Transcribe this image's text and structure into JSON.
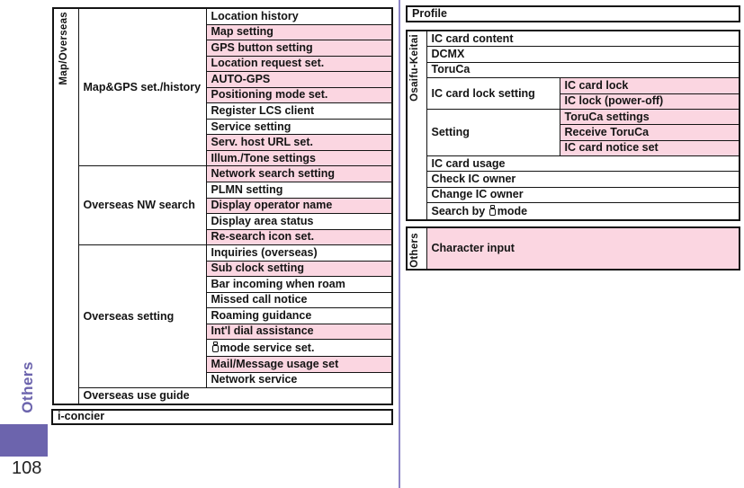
{
  "page": {
    "number": "108",
    "side_tab_label": "Others"
  },
  "colors": {
    "row_highlight_pink": "#fbd6e1",
    "accent_purple": "#6c64ad",
    "column_divider_purple": "#8d86c6"
  },
  "left_column": {
    "main_table": {
      "vertical_header": "Map/Overseas",
      "groups": [
        {
          "label": "Map&GPS set./history",
          "items": [
            {
              "text": "Location history",
              "pink": false
            },
            {
              "text": "Map setting",
              "pink": true
            },
            {
              "text": "GPS button setting",
              "pink": true
            },
            {
              "text": "Location request set.",
              "pink": true
            },
            {
              "text": "AUTO-GPS",
              "pink": true
            },
            {
              "text": "Positioning mode set.",
              "pink": true
            },
            {
              "text": "Register LCS client",
              "pink": false
            },
            {
              "text": "Service setting",
              "pink": false
            },
            {
              "text": "Serv. host URL set.",
              "pink": true
            },
            {
              "text": "Illum./Tone settings",
              "pink": true
            }
          ]
        },
        {
          "label": "Overseas NW search",
          "items": [
            {
              "text": "Network search setting",
              "pink": true
            },
            {
              "text": "PLMN setting",
              "pink": false
            },
            {
              "text": "Display operator name",
              "pink": true
            },
            {
              "text": "Display area status",
              "pink": false
            },
            {
              "text": "Re-search icon set.",
              "pink": true
            }
          ]
        },
        {
          "label": "Overseas setting",
          "items": [
            {
              "text": "Inquiries (overseas)",
              "pink": false
            },
            {
              "text": "Sub clock setting",
              "pink": true
            },
            {
              "text": "Bar incoming when roam",
              "pink": false
            },
            {
              "text": "Missed call notice",
              "pink": false
            },
            {
              "text": "Roaming guidance",
              "pink": false
            },
            {
              "text": "Int'l dial assistance",
              "pink": true
            },
            {
              "icon": "imode-icon",
              "pre": "",
              "post": "mode service set.",
              "pink": false
            },
            {
              "text": "Mail/Message usage set",
              "pink": true
            },
            {
              "text": "Network service",
              "pink": false
            }
          ]
        }
      ],
      "span_rows": [
        {
          "text": "Overseas use guide",
          "pink": false
        }
      ]
    },
    "iconcier_label": "i-concier"
  },
  "right_column": {
    "profile_label": "Profile",
    "osaifu_table": {
      "vertical_header": "Osaifu-Keitai",
      "rows": [
        {
          "type": "span",
          "text": "IC card content",
          "pink": false
        },
        {
          "type": "span",
          "text": "DCMX",
          "pink": false
        },
        {
          "type": "span",
          "text": "ToruCa",
          "pink": false
        },
        {
          "type": "group",
          "label": "IC card lock setting",
          "items": [
            {
              "text": "IC card lock",
              "pink": true
            },
            {
              "text": "IC lock (power-off)",
              "pink": true
            }
          ]
        },
        {
          "type": "group",
          "label": "Setting",
          "items": [
            {
              "text": "ToruCa settings",
              "pink": true
            },
            {
              "text": "Receive ToruCa",
              "pink": true
            },
            {
              "text": "IC card notice set",
              "pink": true
            }
          ]
        },
        {
          "type": "span",
          "text": "IC card usage",
          "pink": false
        },
        {
          "type": "span",
          "text": "Check IC owner",
          "pink": false
        },
        {
          "type": "span",
          "text": "Change IC owner",
          "pink": false
        },
        {
          "type": "span",
          "icon": "imode-icon",
          "pre": "Search by ",
          "post": "mode",
          "pink": false
        }
      ]
    },
    "others_table": {
      "vertical_header": "Others",
      "rows": [
        {
          "text": "Character input",
          "pink": true
        }
      ]
    }
  }
}
